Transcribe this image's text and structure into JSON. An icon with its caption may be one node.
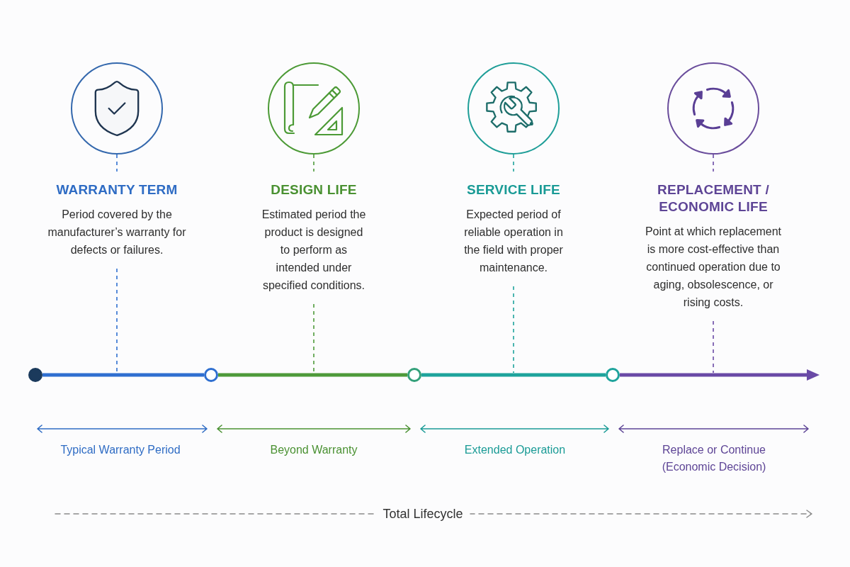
{
  "diagram": {
    "nodes": [
      {
        "text": [],
        "shape": "circle"
      },
      {
        "text": [
          "WARRANTY TERM",
          "Period covered by the manufacturer’s warranty for defects or failures."
        ]
      },
      {
        "text": [],
        "shape": "circle"
      },
      {
        "text": [
          "DESIGN LIFE",
          "Estimated period the product is designed to perform as intended under specified conditions."
        ]
      },
      {
        "text": [],
        "shape": "circle"
      },
      {
        "text": [
          "SERVICE LIFE",
          "Expected period of reliable operation in the field with proper maintenance."
        ]
      },
      {
        "text": [],
        "shape": "circle"
      },
      {
        "text": [
          "REPLACEMENT / ECONOMIC LIFE",
          "Point at which replacement is more cost-effective than continued operation due to aging, obsolescence, or rising costs."
        ]
      },
      {
        "text": [],
        "shape": "circle"
      },
      {
        "text": [],
        "shape": "circle"
      },
      {
        "text": [],
        "shape": "circle"
      },
      {
        "text": [],
        "shape": "circle"
      }
    ],
    "edges": [
      {
        "from": 0,
        "to": 1,
        "arrow": "none",
        "style": "dashed",
        "color": "#2f6fd0"
      },
      {
        "from": 2,
        "to": 3,
        "arrow": "none",
        "style": "dashed",
        "color": "#4e9a3a"
      },
      {
        "from": 4,
        "to": 5,
        "arrow": "none",
        "style": "dashed",
        "color": "#1ea39c"
      },
      {
        "from": 6,
        "to": 7,
        "arrow": "none",
        "style": "dashed",
        "color": "#6a4aa6"
      },
      {
        "from": 1,
        "to": null,
        "arrow": "none",
        "style": "dashed",
        "color": "#2f6fd0"
      },
      {
        "from": 3,
        "to": null,
        "arrow": "none",
        "style": "dashed",
        "color": "#4e9a3a"
      },
      {
        "from": 5,
        "to": null,
        "arrow": "none",
        "style": "dashed",
        "color": "#1ea39c"
      },
      {
        "from": 7,
        "to": null,
        "arrow": "none",
        "style": "dashed",
        "color": "#6a4aa6"
      },
      {
        "from": 8,
        "to": 9,
        "arrow": "none",
        "style": "thick",
        "color": "#2f6fd0"
      },
      {
        "from": 9,
        "to": 10,
        "arrow": "none",
        "style": "thick",
        "color": "#4e9a3a"
      },
      {
        "from": 10,
        "to": 11,
        "arrow": "none",
        "style": "thick",
        "color": "#1ea39c"
      },
      {
        "from": 11,
        "to": null,
        "arrow": "to",
        "style": "thick",
        "color": "#6a4aa6"
      }
    ],
    "labels": [
      "Typical Warranty Period",
      "Beyond Warranty",
      "Extended Operation",
      "Replace or Continue (Economic Decision)",
      "Total Lifecycle"
    ]
  }
}
